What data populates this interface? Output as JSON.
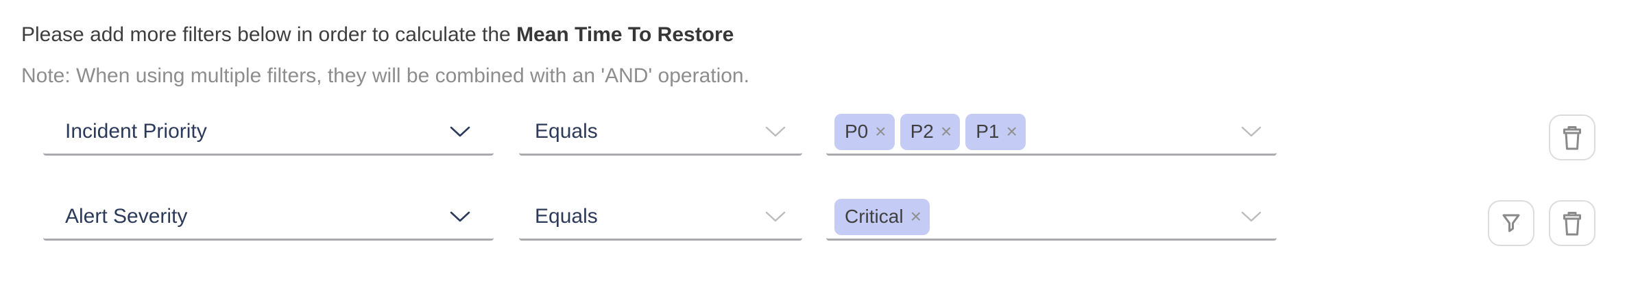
{
  "header": {
    "line1_normal": "Please add more filters below in order to calculate the ",
    "line1_bold": "Mean Time To Restore",
    "note": "Note: When using multiple filters, they will be combined with an 'AND' operation."
  },
  "filters": [
    {
      "field": "Incident Priority",
      "operator": "Equals",
      "values": [
        "P0",
        "P2",
        "P1"
      ],
      "actions": [
        "delete"
      ]
    },
    {
      "field": "Alert Severity",
      "operator": "Equals",
      "values": [
        "Critical"
      ],
      "actions": [
        "filter",
        "delete"
      ]
    }
  ],
  "ui": {
    "tag_remove_glyph": "×"
  },
  "icons": {
    "field_dropdown": "chevron-down-icon",
    "row_delete": "trash-icon",
    "row_filter": "funnel-icon"
  },
  "colors": {
    "tag_background": "#c4cbf5",
    "field_text": "#2c3a5a",
    "underline": "#a9a9ae",
    "muted_text": "#8d8d8d",
    "icon_gray": "#8a8a8a",
    "button_border": "#dcdcdc"
  }
}
